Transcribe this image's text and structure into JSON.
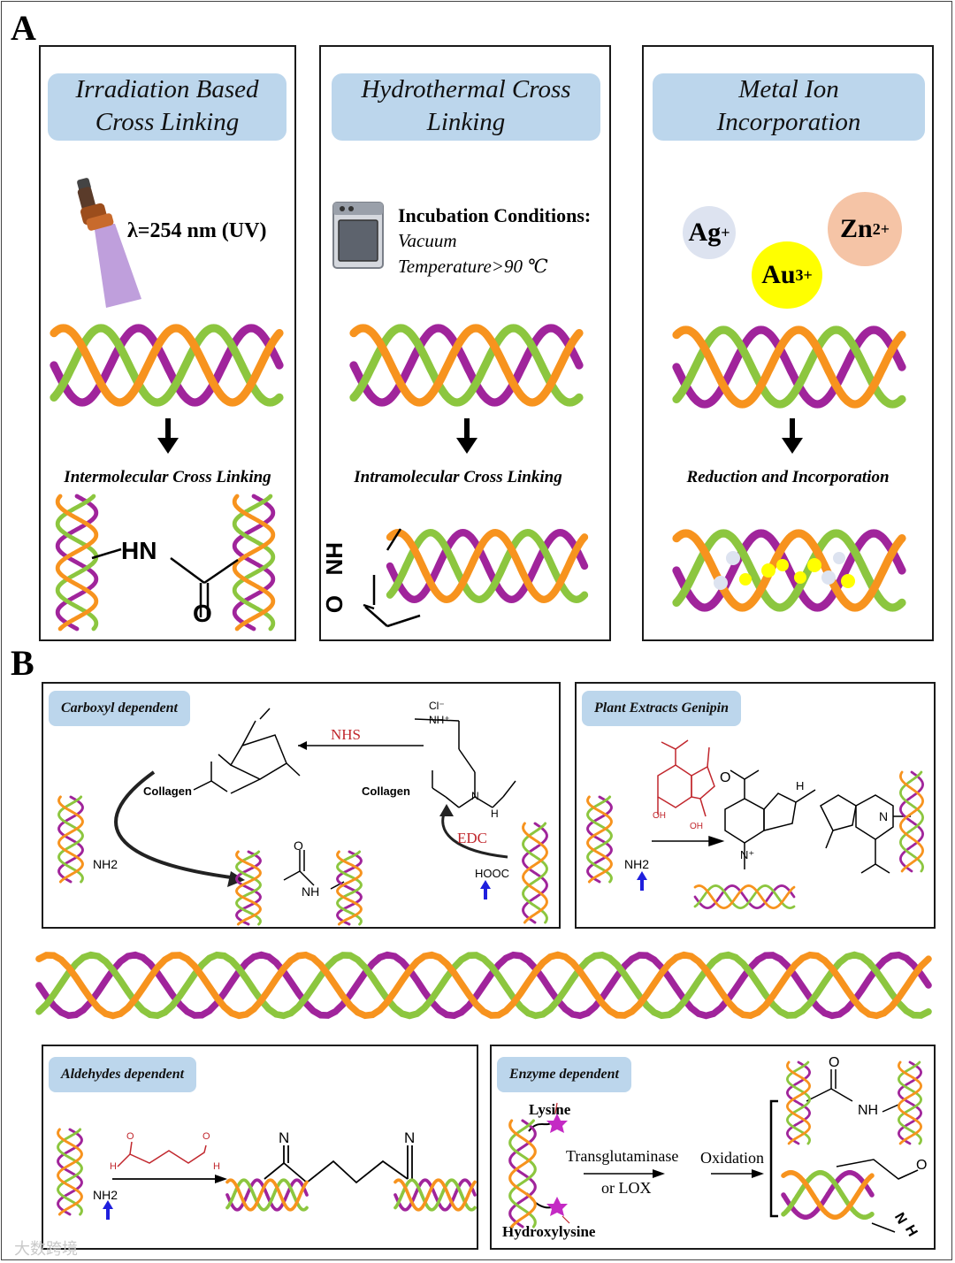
{
  "panel_a": {
    "letter": "A",
    "columns": [
      {
        "title_line1": "Irradiation Based",
        "title_line2": "Cross Linking",
        "condition": "λ=254 nm (UV)",
        "result": "Intermolecular Cross Linking",
        "chem_hn": "HN",
        "chem_o": "O"
      },
      {
        "title_line1": "Hydrothermal Cross",
        "title_line2": "Linking",
        "condition_title": "Incubation Conditions:",
        "condition_line1": "Vacuum",
        "condition_line2": "Temperature>90 ℃",
        "result": "Intramolecular Cross Linking",
        "chem_hn": "HN",
        "chem_o": "O"
      },
      {
        "title_line1": "Metal Ion",
        "title_line2": "Incorporation",
        "ions": [
          {
            "symbol": "Ag",
            "charge": "+",
            "color": "#dde3f0"
          },
          {
            "symbol": "Zn",
            "charge": "2+",
            "color": "#f5c4a6"
          },
          {
            "symbol": "Au",
            "charge": "3+",
            "color": "#ffff00"
          }
        ],
        "result": "Reduction and Incorporation"
      }
    ]
  },
  "panel_b": {
    "letter": "B",
    "carboxyl": {
      "tag": "Carboxyl dependent",
      "nhs": "NHS",
      "edc": "EDC",
      "collagen_1": "Collagen",
      "collagen_2": "Collagen",
      "nh2": "NH2",
      "hooc": "HOOC",
      "nh": "NH",
      "o": "O",
      "cl": "Cl⁻",
      "nhplus": "NH⁺",
      "n": "N",
      "h": "H"
    },
    "genipin": {
      "tag": "Plant Extracts Genipin",
      "nh2": "NH2",
      "oh1": "OH",
      "oh2": "OH",
      "n": "N",
      "nplus": "N⁺",
      "h": "H",
      "o": "O"
    },
    "aldehydes": {
      "tag": "Aldehydes dependent",
      "nh2": "NH2",
      "h": "H",
      "o": "O",
      "n": "N"
    },
    "enzyme": {
      "tag": "Enzyme dependent",
      "lysine": "Lysine",
      "hydroxylysine": "Hydroxylysine",
      "transglutaminase": "Transglutaminase",
      "or_lox": "or LOX",
      "oxidation": "Oxidation",
      "nh": "NH",
      "o": "O",
      "n": "N",
      "h": "H"
    }
  },
  "watermark": "大数跨境",
  "colors": {
    "pill": "#bcd6ec",
    "helix_green": "#8cc63f",
    "helix_orange": "#f7931e",
    "helix_purple": "#a0249b",
    "red_label": "#c1272d",
    "blue_arrow": "#1f1fdd"
  }
}
